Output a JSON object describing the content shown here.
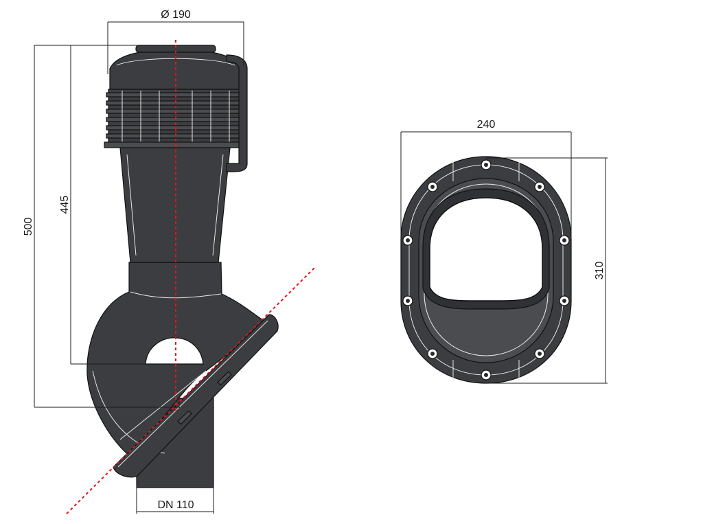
{
  "side_view": {
    "dims": {
      "diameter_top": "Ø 190",
      "height_total": "500",
      "height_main": "445",
      "pipe": "DN 110"
    }
  },
  "flange_view": {
    "dims": {
      "width": "240",
      "height": "310"
    }
  },
  "colors": {
    "line": "#1a1a1a",
    "body": "#3b3d40",
    "axis": "#e0161b"
  }
}
